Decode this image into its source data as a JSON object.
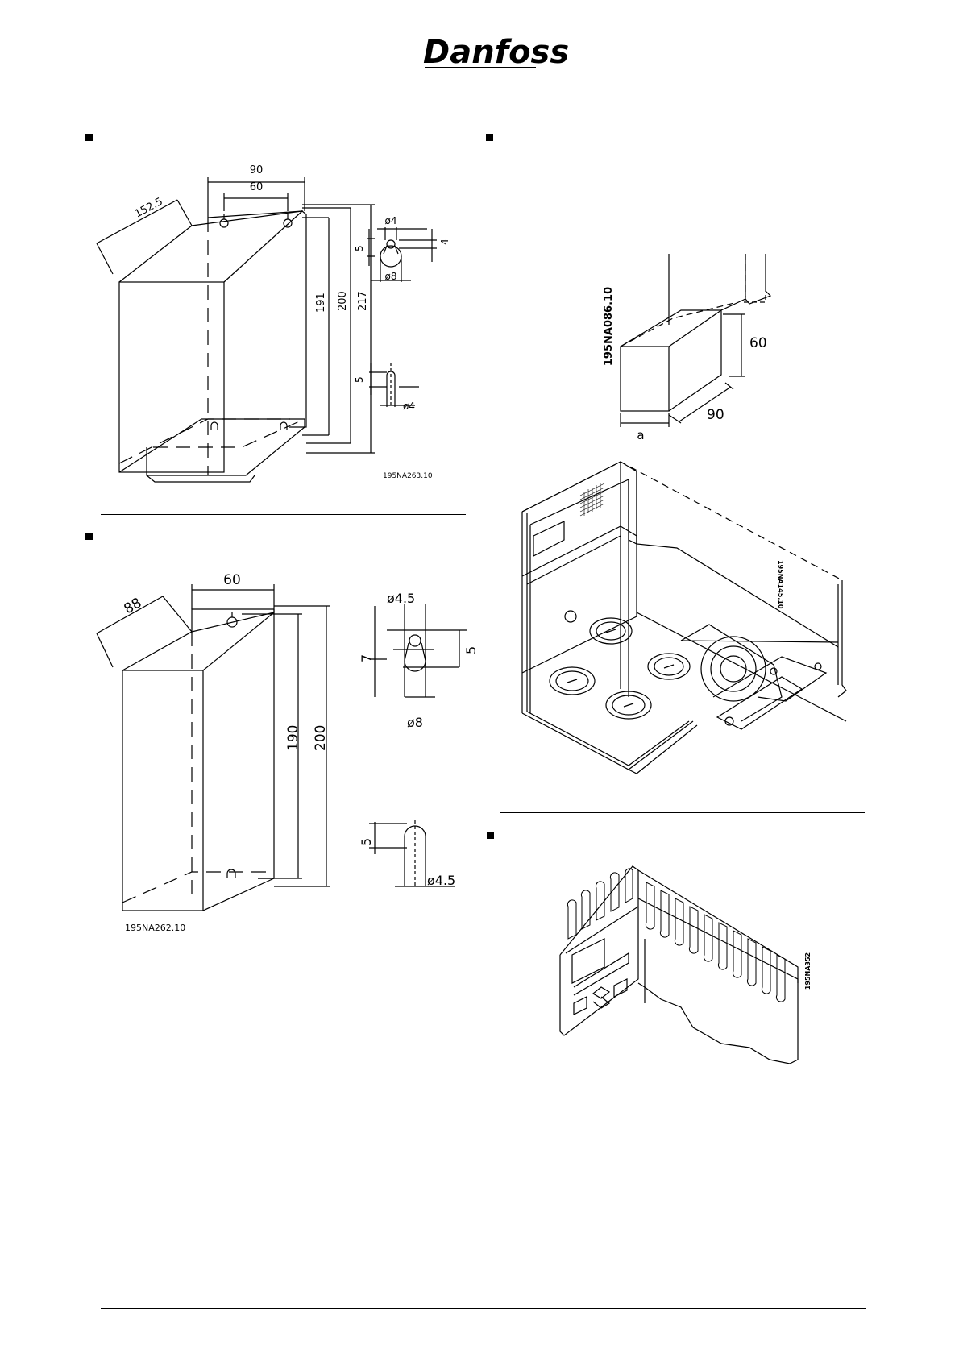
{
  "header": {
    "logo_text": "Danfoss"
  },
  "drawing_a": {
    "dims": {
      "w90": "90",
      "w60": "60",
      "d": "152.5",
      "h191": "191",
      "h200": "200",
      "h217": "217"
    },
    "hole_top": {
      "d_small": "ø4",
      "h5": "5",
      "h4": "4",
      "d_big": "ø8"
    },
    "hole_bottom": {
      "h5": "5",
      "d": "ø4"
    },
    "code": "195NA263.10"
  },
  "drawing_b": {
    "dims": {
      "w60": "60",
      "d": "88",
      "h190": "190",
      "h200": "200"
    },
    "hole_top": {
      "d_small": "ø4.5",
      "h5": "5",
      "h7": "7",
      "d_big": "ø8"
    },
    "hole_bottom": {
      "h5": "5",
      "d": "ø4.5"
    },
    "code": "195NA262.10"
  },
  "drawing_c": {
    "code": "195NA086.10",
    "dim_h": "60",
    "dim_d": "90",
    "dim_a": "a"
  },
  "drawing_d": {
    "code": "195NA145.10"
  },
  "drawing_e": {
    "code": "195NA352"
  }
}
